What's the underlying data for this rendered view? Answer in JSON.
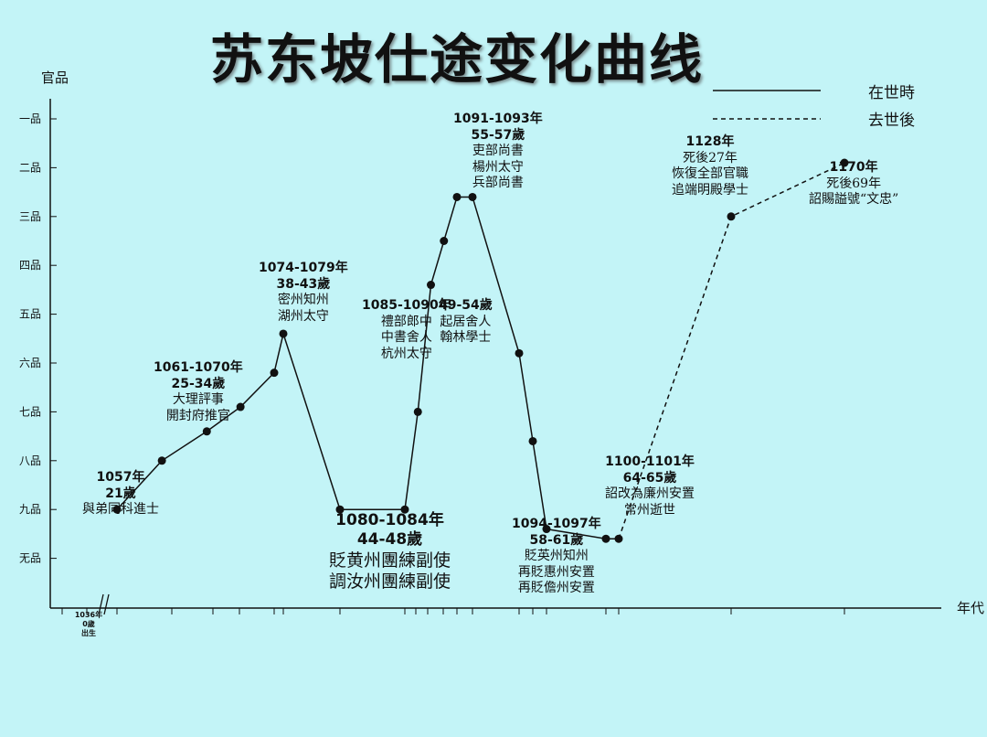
{
  "chart_data": {
    "type": "line",
    "title": "苏东坡仕途变化曲线",
    "ylabel": "官品",
    "xlabel": "年代",
    "y_ticks": [
      "一品",
      "二品",
      "三品",
      "四品",
      "五品",
      "六品",
      "七品",
      "八品",
      "九品",
      "无品"
    ],
    "x_start_label": [
      "1036年",
      "0歲",
      "出生"
    ],
    "legend": [
      {
        "label": "在世時",
        "style": "solid"
      },
      {
        "label": "去世後",
        "style": "dashed"
      }
    ],
    "series": [
      {
        "name": "在世時",
        "style": "solid",
        "points": [
          {
            "year": 1057,
            "rank": 8.0
          },
          {
            "year": 1061,
            "rank": 7.0
          },
          {
            "year": 1065,
            "rank": 6.4
          },
          {
            "year": 1068,
            "rank": 5.9
          },
          {
            "year": 1071,
            "rank": 5.2
          },
          {
            "year": 1074,
            "rank": 4.4
          },
          {
            "year": 1080,
            "rank": 8.0
          },
          {
            "year": 1085,
            "rank": 8.0
          },
          {
            "year": 1086,
            "rank": 6.0
          },
          {
            "year": 1087,
            "rank": 3.4
          },
          {
            "year": 1088,
            "rank": 2.5
          },
          {
            "year": 1089,
            "rank": 1.6
          },
          {
            "year": 1091,
            "rank": 1.6
          },
          {
            "year": 1094,
            "rank": 4.8
          },
          {
            "year": 1095,
            "rank": 6.6
          },
          {
            "year": 1096,
            "rank": 8.4
          },
          {
            "year": 1100,
            "rank": 8.6
          },
          {
            "year": 1101,
            "rank": 8.6
          }
        ]
      },
      {
        "name": "去世後",
        "style": "dashed",
        "points": [
          {
            "year": 1101,
            "rank": 8.6
          },
          {
            "year": 1128,
            "rank": 2.0
          },
          {
            "year": 1170,
            "rank": 0.9
          }
        ]
      }
    ],
    "annotations": [
      {
        "id": "a1057",
        "lines": [
          {
            "t": "1057年",
            "b": true
          },
          {
            "t": "21歲",
            "b": true
          },
          {
            "t": "與弟同科進士",
            "b": false
          }
        ]
      },
      {
        "id": "a1061",
        "lines": [
          {
            "t": "1061-1070年",
            "b": true
          },
          {
            "t": "25-34歲",
            "b": true
          },
          {
            "t": "大理評事",
            "b": false
          },
          {
            "t": "開封府推官",
            "b": false
          }
        ]
      },
      {
        "id": "a1074",
        "lines": [
          {
            "t": "1074-1079年",
            "b": true
          },
          {
            "t": "38-43歲",
            "b": true
          },
          {
            "t": "密州知州",
            "b": false
          },
          {
            "t": "湖州太守",
            "b": false
          }
        ]
      },
      {
        "id": "a1080",
        "lines": [
          {
            "t": "1080-1084年",
            "b": true
          },
          {
            "t": "44-48歲",
            "b": true
          },
          {
            "t": "貶黄州團練副使",
            "b": false
          },
          {
            "t": "調汝州團練副使",
            "b": false
          }
        ]
      },
      {
        "id": "a1085",
        "lines": [
          {
            "t": "1085-1090年",
            "b": true
          },
          {
            "t": "禮部郎中",
            "b": false
          },
          {
            "t": "中書舍人",
            "b": false
          },
          {
            "t": "杭州太守",
            "b": false
          }
        ]
      },
      {
        "id": "a4954",
        "lines": [
          {
            "t": "49-54歲",
            "b": true
          },
          {
            "t": "起居舍人",
            "b": false
          },
          {
            "t": "翰林學士",
            "b": false
          }
        ]
      },
      {
        "id": "a1091",
        "lines": [
          {
            "t": "1091-1093年",
            "b": true
          },
          {
            "t": "55-57歲",
            "b": true
          },
          {
            "t": "吏部尚書",
            "b": false
          },
          {
            "t": "楊州太守",
            "b": false
          },
          {
            "t": "兵部尚書",
            "b": false
          }
        ]
      },
      {
        "id": "a1094",
        "lines": [
          {
            "t": "1094-1097年",
            "b": true
          },
          {
            "t": "58-61歲",
            "b": true
          },
          {
            "t": "貶英州知州",
            "b": false
          },
          {
            "t": "再貶惠州安置",
            "b": false
          },
          {
            "t": "再貶儋州安置",
            "b": false
          }
        ]
      },
      {
        "id": "a1100",
        "lines": [
          {
            "t": "1100-1101年",
            "b": true
          },
          {
            "t": "64-65歲",
            "b": true
          },
          {
            "t": "詔改為廉州安置",
            "b": false
          },
          {
            "t": "常州逝世",
            "b": false
          }
        ]
      },
      {
        "id": "a1128",
        "lines": [
          {
            "t": "1128年",
            "b": true
          },
          {
            "t": "死後27年",
            "b": false
          },
          {
            "t": "恢復全部官職",
            "b": false
          },
          {
            "t": "追端明殿學士",
            "b": false
          }
        ]
      },
      {
        "id": "a1170",
        "lines": [
          {
            "t": "1170年",
            "b": true
          },
          {
            "t": "死後69年",
            "b": false
          },
          {
            "t": "詔賜謚號“文忠”",
            "b": false
          }
        ]
      }
    ]
  }
}
